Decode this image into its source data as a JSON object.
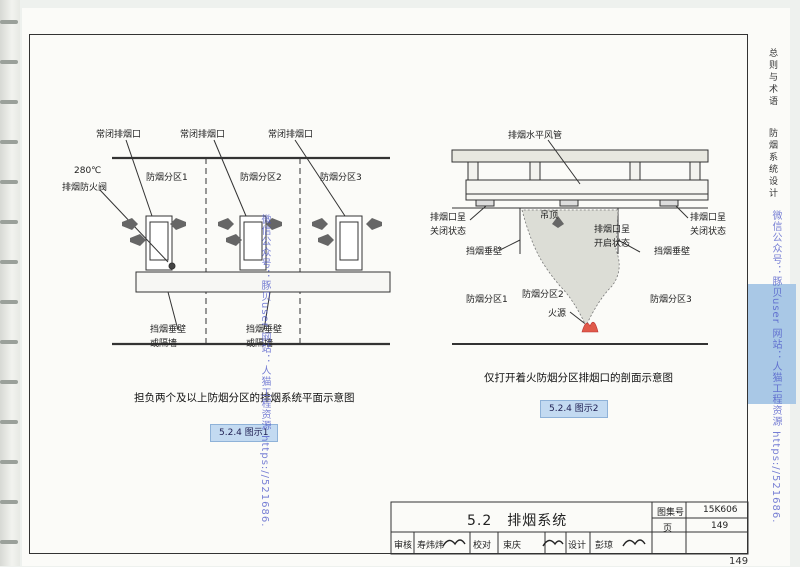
{
  "fig1": {
    "top_labels": [
      "常闭排烟口",
      "常闭排烟口",
      "常闭排烟口"
    ],
    "valve_temp": "280℃",
    "valve_label": "排烟防火阀",
    "zones": [
      "防烟分区1",
      "防烟分区2",
      "防烟分区3"
    ],
    "wall_labels": [
      [
        "挡烟垂壁",
        "或隔墙"
      ],
      [
        "挡烟垂壁",
        "或隔墙"
      ]
    ],
    "caption": "担负两个及以上防烟分区的排烟系统平面示意图",
    "tag": "5.2.4 图示1"
  },
  "fig2": {
    "duct_label": "排烟水平风管",
    "left_state": [
      "排烟口呈",
      "关闭状态"
    ],
    "right_state": [
      "排烟口呈",
      "关闭状态"
    ],
    "ceiling": "吊顶",
    "open_state": [
      "排烟口呈",
      "开启状态"
    ],
    "wall_left": "挡烟垂壁",
    "wall_right": "挡烟垂壁",
    "zones": [
      "防烟分区1",
      "防烟分区2",
      "防烟分区3"
    ],
    "fire": "火源",
    "caption": "仅打开着火防烟分区排烟口的剖面示意图",
    "tag": "5.2.4 图示2"
  },
  "sidebar": {
    "section1": "总则与术语",
    "section2": "防烟系统设计"
  },
  "title_block": {
    "title": "5.2　排烟系统",
    "atlas_label": "图集号",
    "atlas_no": "15K606",
    "page_label": "页",
    "page_no": "149",
    "review_label": "审核",
    "reviewer": "寿炜炜",
    "check_label": "校对",
    "checker": "束庆",
    "design_label": "设计",
    "designer": "彭琼"
  },
  "page_number": "149",
  "watermarks": {
    "center": "微信公众号：豚贝user 网站：人猫工程资源 https://521686.",
    "right": "微信公众号：豚贝user 网站：人猫工程资源 https://521686."
  }
}
